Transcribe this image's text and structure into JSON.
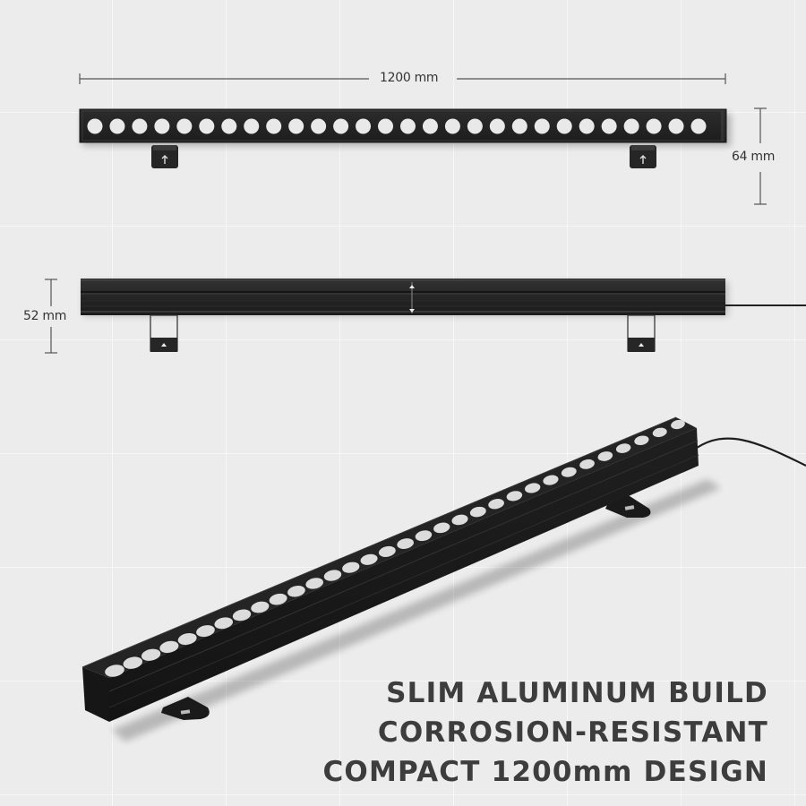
{
  "dimensions": {
    "length_label": "1200 mm",
    "height_front_label": "64 mm",
    "height_side_label": "52 mm"
  },
  "top_view": {
    "led_count": 28
  },
  "perspective_view": {
    "led_count": 32
  },
  "features": [
    "SLIM ALUMINUM BUILD",
    "CORROSION-RESISTANT",
    "COMPACT 1200mm DESIGN"
  ],
  "colors": {
    "background": "#ececec",
    "housing": "#2b2b2b",
    "led": "#e9e9e9",
    "text": "#3d3d3d"
  }
}
